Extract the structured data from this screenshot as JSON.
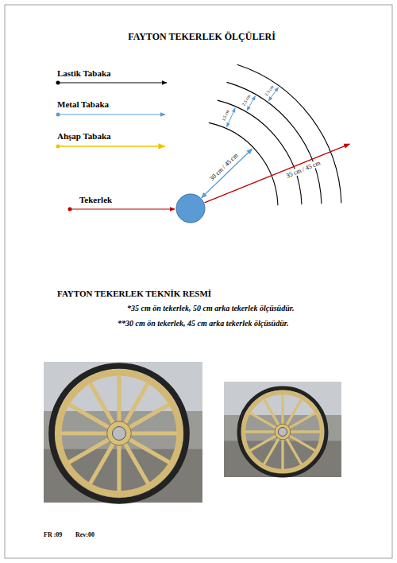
{
  "diagram": {
    "title": "FAYTON TEKERLEK ÖLÇÜLERİ",
    "labels": [
      "30 cm / 45 cm",
      "35 cm / 45 cm",
      "3.5 cm",
      "2.5 cm",
      "2.5 cm",
      "FAYTON TEKERLEK TEKNİK RESMİ",
      "*35 cm ön tekerlek, 50 cm arka tekerlek ölçüsüdür.",
      "**30 cm ön tekerlek, 45 cm arka tekerlek ölçüsüdür.",
      "FR :09",
      "Rev:00"
    ],
    "legend": [
      {
        "text": "Lastik Tabaka"
      },
      {
        "text": "Metal Tabaka"
      },
      {
        "text": "Ahşap Tabaka"
      },
      {
        "text": "Tekerlek"
      }
    ]
  }
}
